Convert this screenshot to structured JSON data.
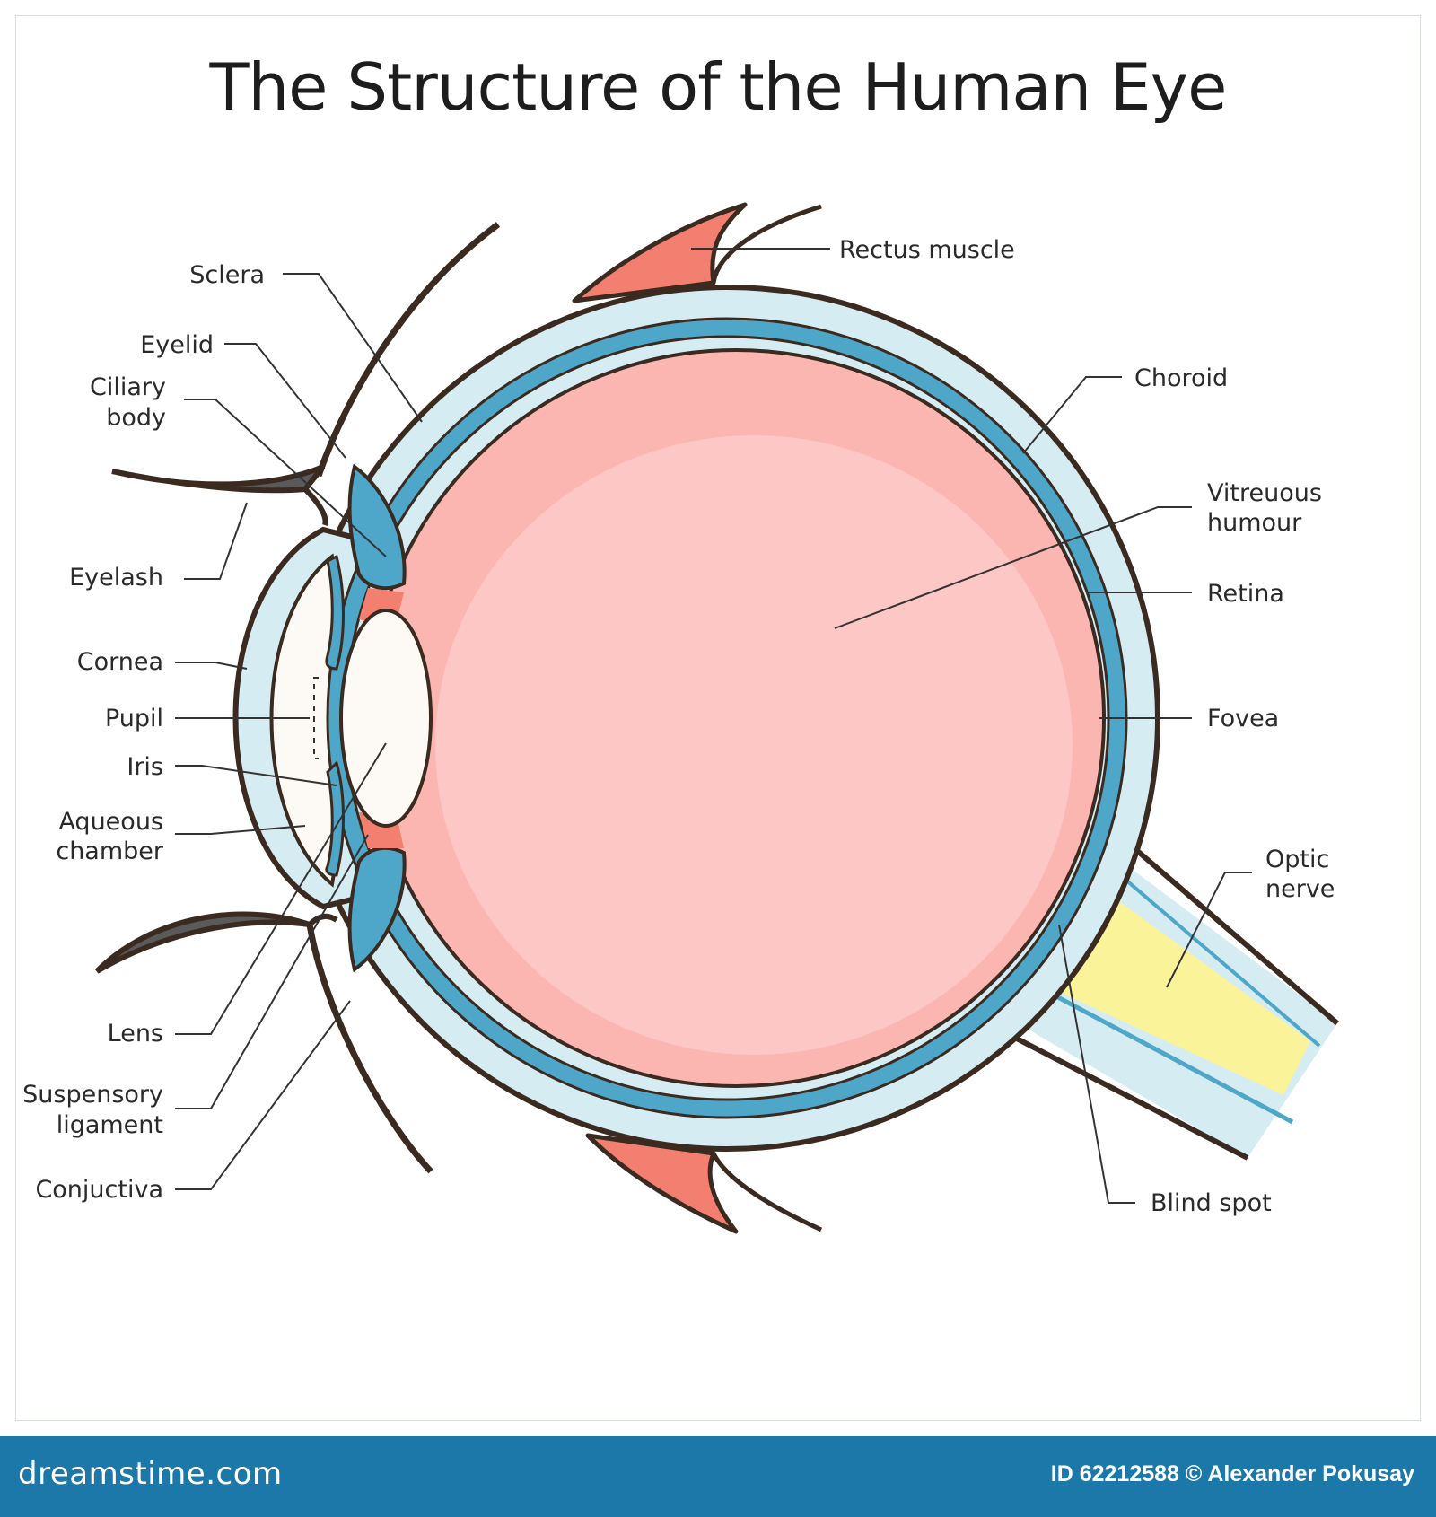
{
  "title": "The Structure of the Human Eye",
  "labels": {
    "sclera": "Sclera",
    "eyelid": "Eyelid",
    "ciliary_body": [
      "Ciliary",
      "body"
    ],
    "eyelash": "Eyelash",
    "cornea": "Cornea",
    "pupil": "Pupil",
    "iris": "Iris",
    "aqueous_chamber": [
      "Aqueous",
      "chamber"
    ],
    "lens": "Lens",
    "suspensory_ligament": [
      "Suspensory",
      "ligament"
    ],
    "conjunctiva": "Conjuctiva",
    "rectus_muscle": "Rectus muscle",
    "choroid": "Choroid",
    "vitreous_humour": [
      "Vitreuous",
      "humour"
    ],
    "retina": "Retina",
    "fovea": "Fovea",
    "optic_nerve": [
      "Optic",
      "nerve"
    ],
    "blind_spot": "Blind spot"
  },
  "footer": {
    "brand": "dreamstime.com",
    "credit": "ID 62212588 © Alexander Pokusay"
  },
  "colors": {
    "sclera": "#d6ecf3",
    "choroid": "#4ea6c9",
    "vitreous": "#fbb6b2",
    "vitreous_inner": "#fdc7c6",
    "muscle": "#f27f70",
    "optic_nerve": "#fbf39a",
    "outline": "#3a2a20",
    "lens": "#fdfaf5",
    "footer": "#1b78a8"
  }
}
